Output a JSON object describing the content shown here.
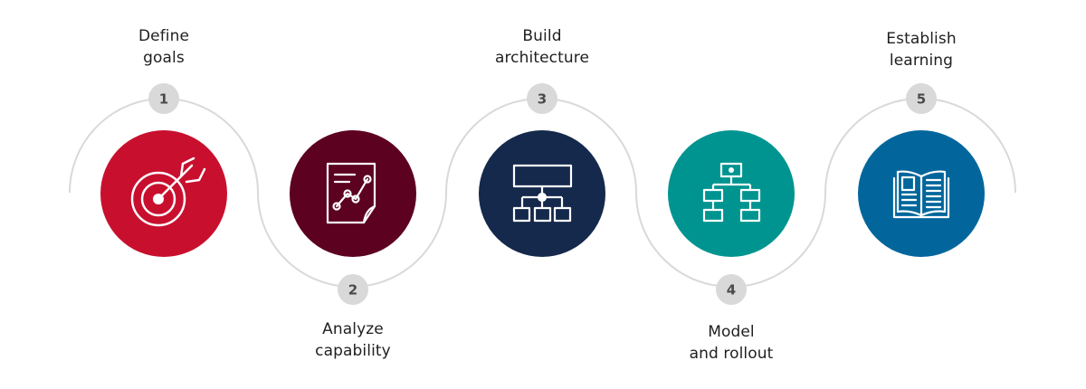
{
  "steps": [
    {
      "number": "1",
      "line1": "Define",
      "line2": "goals",
      "icon": "target-icon",
      "color": "#c8102e"
    },
    {
      "number": "2",
      "line1": "Analyze",
      "line2": "capability",
      "icon": "chart-document-icon",
      "color": "#5c0120"
    },
    {
      "number": "3",
      "line1": "Build",
      "line2": "architecture",
      "icon": "hierarchy-icon",
      "color": "#14294b"
    },
    {
      "number": "4",
      "line1": "Model",
      "line2": "and rollout",
      "icon": "flowchart-icon",
      "color": "#009490"
    },
    {
      "number": "5",
      "line1": "Establish",
      "line2": "learning",
      "icon": "open-book-icon",
      "color": "#02669c"
    }
  ],
  "colors": {
    "connector": "#d9d9d9",
    "number_badge": "#d9d9d9",
    "number_text": "#4a4a4a",
    "icon_stroke": "#ffffff"
  }
}
